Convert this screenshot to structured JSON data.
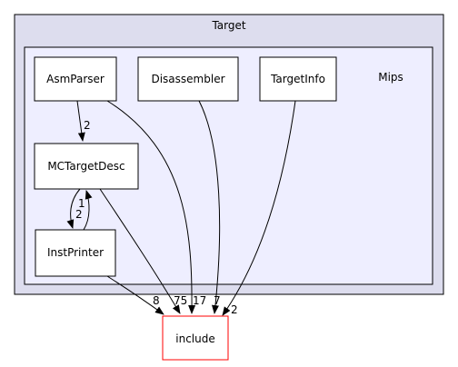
{
  "diagram": {
    "cluster_outer": {
      "label": "Target"
    },
    "cluster_inner": {
      "label": "Mips"
    },
    "nodes": {
      "asmparser": {
        "label": "AsmParser"
      },
      "disassembler": {
        "label": "Disassembler"
      },
      "targetinfo": {
        "label": "TargetInfo"
      },
      "mctargetdesc": {
        "label": "MCTargetDesc"
      },
      "instprinter": {
        "label": "InstPrinter"
      },
      "include": {
        "label": "include"
      }
    },
    "edges": {
      "asmparser_mctargetdesc": "2",
      "mctargetdesc_instprinter": "2",
      "instprinter_mctargetdesc": "1",
      "instprinter_include": "8",
      "mctargetdesc_include": "75",
      "asmparser_include": "17",
      "disassembler_include": "7",
      "targetinfo_include": "2"
    }
  }
}
